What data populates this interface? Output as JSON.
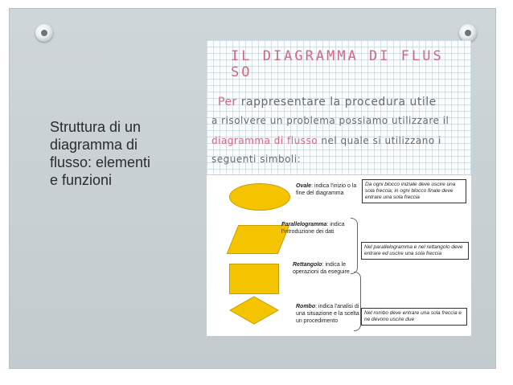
{
  "slide": {
    "title": "Struttura di un\ndiagramma di\nflusso: elementi\ne funzioni"
  },
  "notebook": {
    "title": "IL DIAGRAMMA DI FLUS\nSO",
    "line1_a": "Per ",
    "line1_b": "rappresentare la procedura utile",
    "line2": "a risolvere un problema possiamo utilizzare il",
    "line3_highlight": "diagramma di flusso",
    "line3_rest": " nel quale si utilizzano i",
    "line4": "seguenti simboli:"
  },
  "symbols": {
    "oval_name": "Ovale",
    "oval_desc": ": indica l'inizio o la fine del diagramma",
    "para_name": "Parallelogramma",
    "para_desc": ": indica l'introduzione dei dati",
    "rect_name": "Rettangolo",
    "rect_desc": ": indica le operazioni da eseguire",
    "rhombus_name": "Rombo",
    "rhombus_desc": ": indica l'analisi di una situazione e la scelta di un procedimento",
    "note1": "Da ogni blocco iniziale deve uscire una sola freccia; in ogni blocco finale deve entrare una sola freccia",
    "note2": "Nel parallelogramma e nel rettangolo deve entrare ed uscire una sola freccia",
    "note3": "Nel rombo deve entrare una sola freccia e ne devono uscire due"
  },
  "colors": {
    "slide_background": "#c9d0d4",
    "symbol_fill": "#f5c400",
    "handwriting_accent": "#d2687f"
  },
  "icons": [
    "pushpin-icon",
    "pushpin-icon"
  ]
}
